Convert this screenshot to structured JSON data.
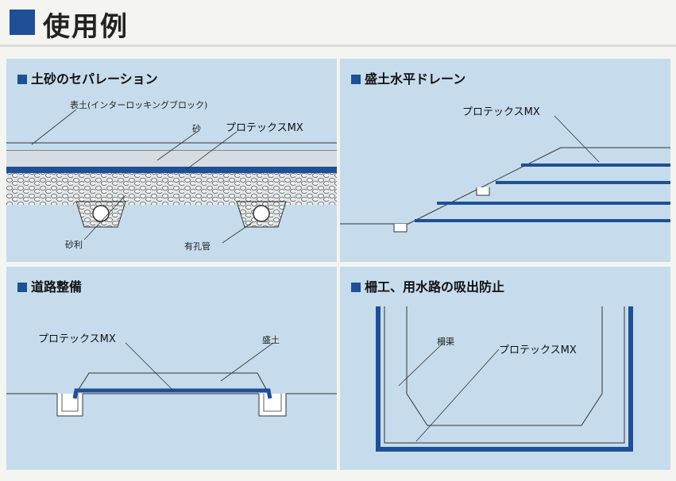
{
  "header": {
    "title": "使用例"
  },
  "panels": [
    {
      "title": "土砂のセパレーション",
      "labels": {
        "surface": "表土(インターロッキングブロック)",
        "sand": "砂",
        "product": "プロテックスMX",
        "gravel": "砂利",
        "pipe": "有孔管"
      }
    },
    {
      "title": "盛土水平ドレーン",
      "labels": {
        "product": "プロテックスMX"
      }
    },
    {
      "title": "道路整備",
      "labels": {
        "product": "プロテックスMX",
        "fill": "盛土"
      }
    },
    {
      "title": "柵工、用水路の吸出防止",
      "labels": {
        "fence": "柵渠",
        "product": "プロテックスMX"
      }
    }
  ],
  "colors": {
    "accent": "#1f4f96",
    "panel_bg": "#c6dcec"
  }
}
